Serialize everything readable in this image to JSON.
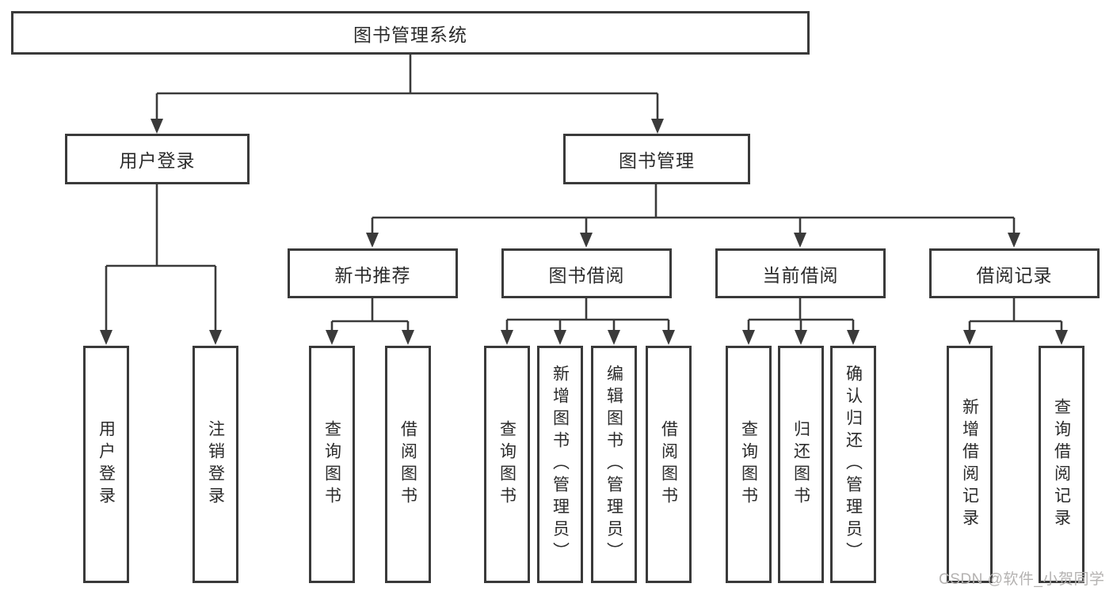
{
  "diagram_type": "hierarchy-tree",
  "colors": {
    "line": "#3a3a3a",
    "box_border": "#3a3a3a",
    "text": "#2b2b2b",
    "background": "#ffffff",
    "watermark": "#b4b2b1"
  },
  "tree": {
    "root": {
      "label": "图书管理系统",
      "children": [
        {
          "label": "用户登录",
          "children": [
            {
              "label": "用户登录"
            },
            {
              "label": "注销登录"
            }
          ]
        },
        {
          "label": "图书管理",
          "children": [
            {
              "label": "新书推荐",
              "children": [
                {
                  "label": "查询图书"
                },
                {
                  "label": "借阅图书"
                }
              ]
            },
            {
              "label": "图书借阅",
              "children": [
                {
                  "label": "查询图书"
                },
                {
                  "label": "新增图书（管理员）"
                },
                {
                  "label": "编辑图书（管理员）"
                },
                {
                  "label": "借阅图书"
                }
              ]
            },
            {
              "label": "当前借阅",
              "children": [
                {
                  "label": "查询图书"
                },
                {
                  "label": "归还图书"
                },
                {
                  "label": "确认归还（管理员）"
                }
              ]
            },
            {
              "label": "借阅记录",
              "children": [
                {
                  "label": "新增借阅记录"
                },
                {
                  "label": "查询借阅记录"
                }
              ]
            }
          ]
        }
      ]
    }
  },
  "watermark": {
    "text": "CSDN @软件_小贺同学"
  }
}
